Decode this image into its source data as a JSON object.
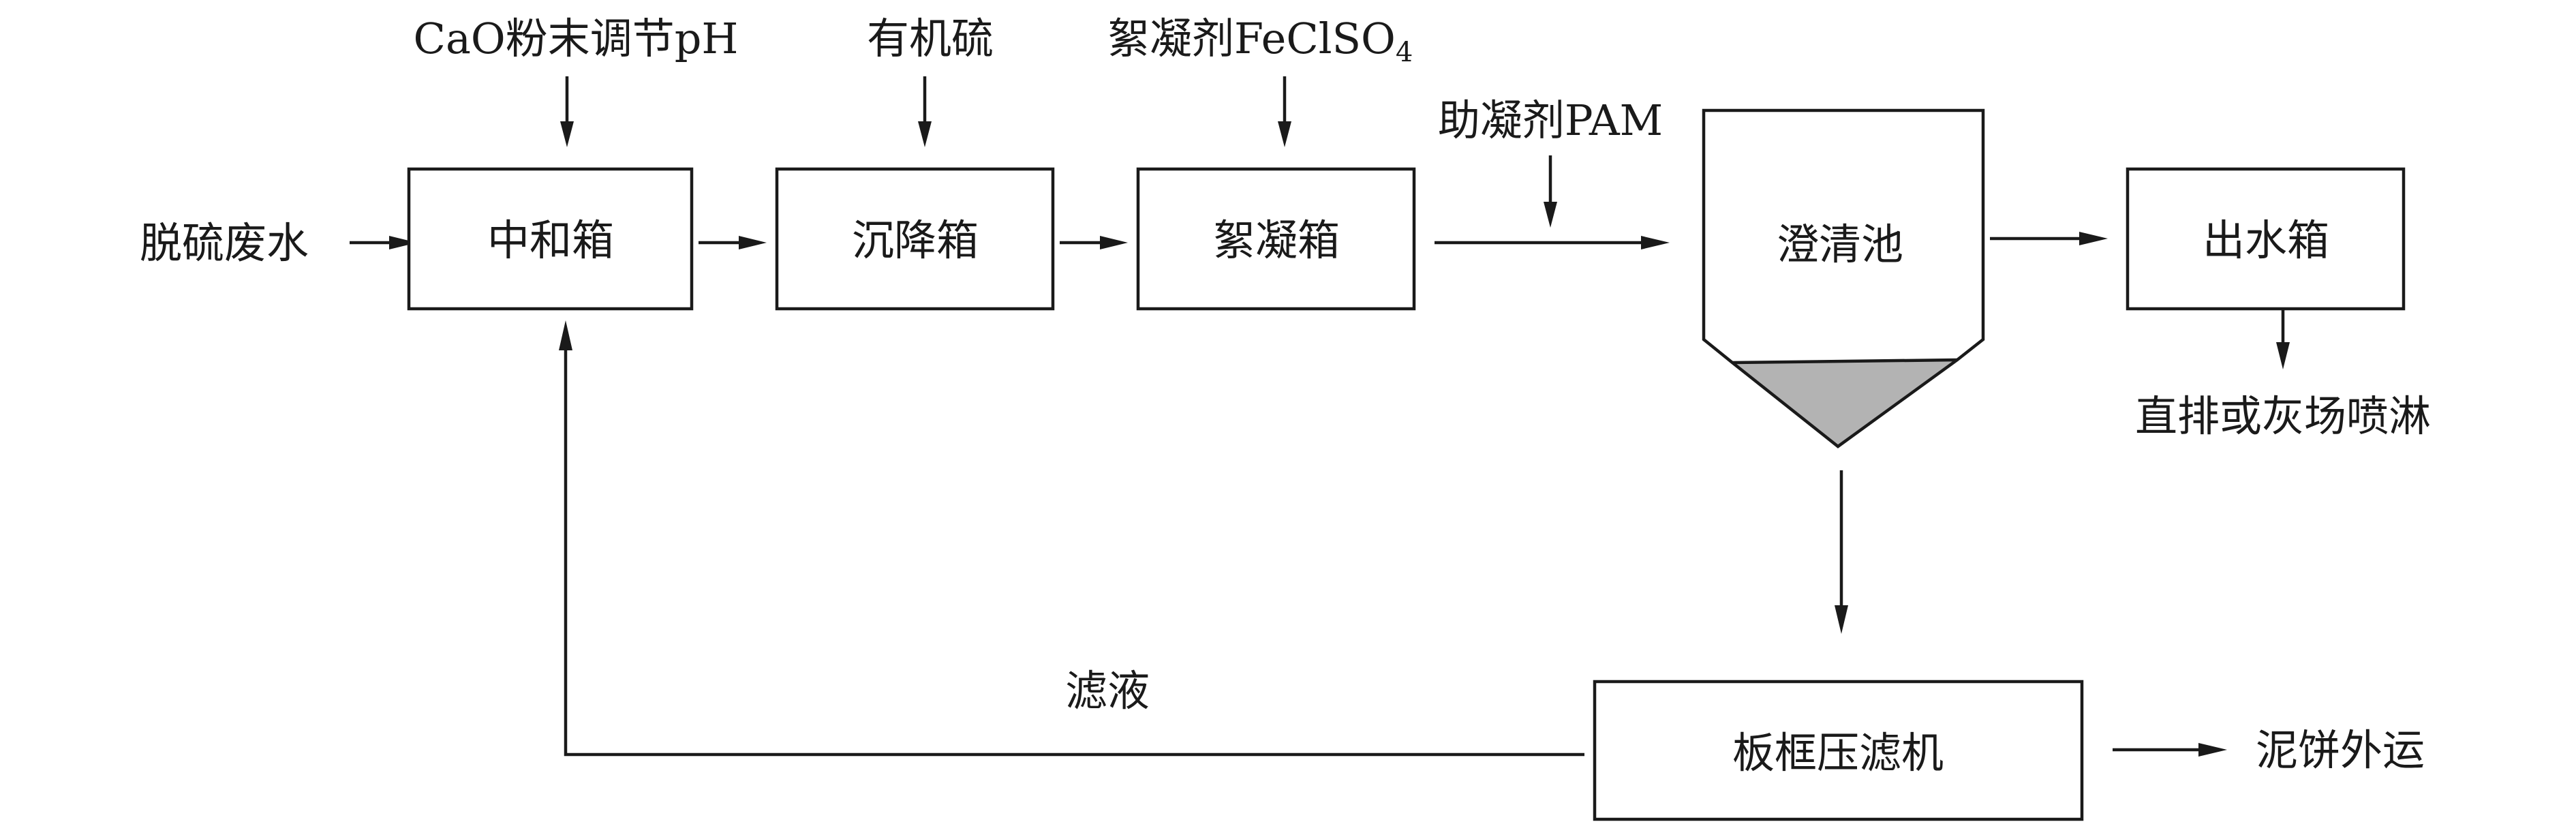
{
  "inputs": {
    "raw_water": "脱硫废水",
    "ph_reagent": "CaO粉末调节pH",
    "organic_sulfur": "有机硫",
    "coagulant_main": "絮凝剂FeClSO",
    "coagulant_sub": "4",
    "coagulant_aid": "助凝剂PAM"
  },
  "units": {
    "neutralization": "中和箱",
    "settling": "沉降箱",
    "flocculation": "絮凝箱",
    "clarifier": "澄清池",
    "outlet": "出水箱",
    "filter_press": "板框压滤机"
  },
  "outputs": {
    "discharge": "直排或灰场喷淋",
    "filtrate": "滤液",
    "sludge_cake": "泥饼外运"
  },
  "colors": {
    "line": "#1a1a1a",
    "sludge_fill": "#b3b3b3",
    "background": "#ffffff"
  }
}
